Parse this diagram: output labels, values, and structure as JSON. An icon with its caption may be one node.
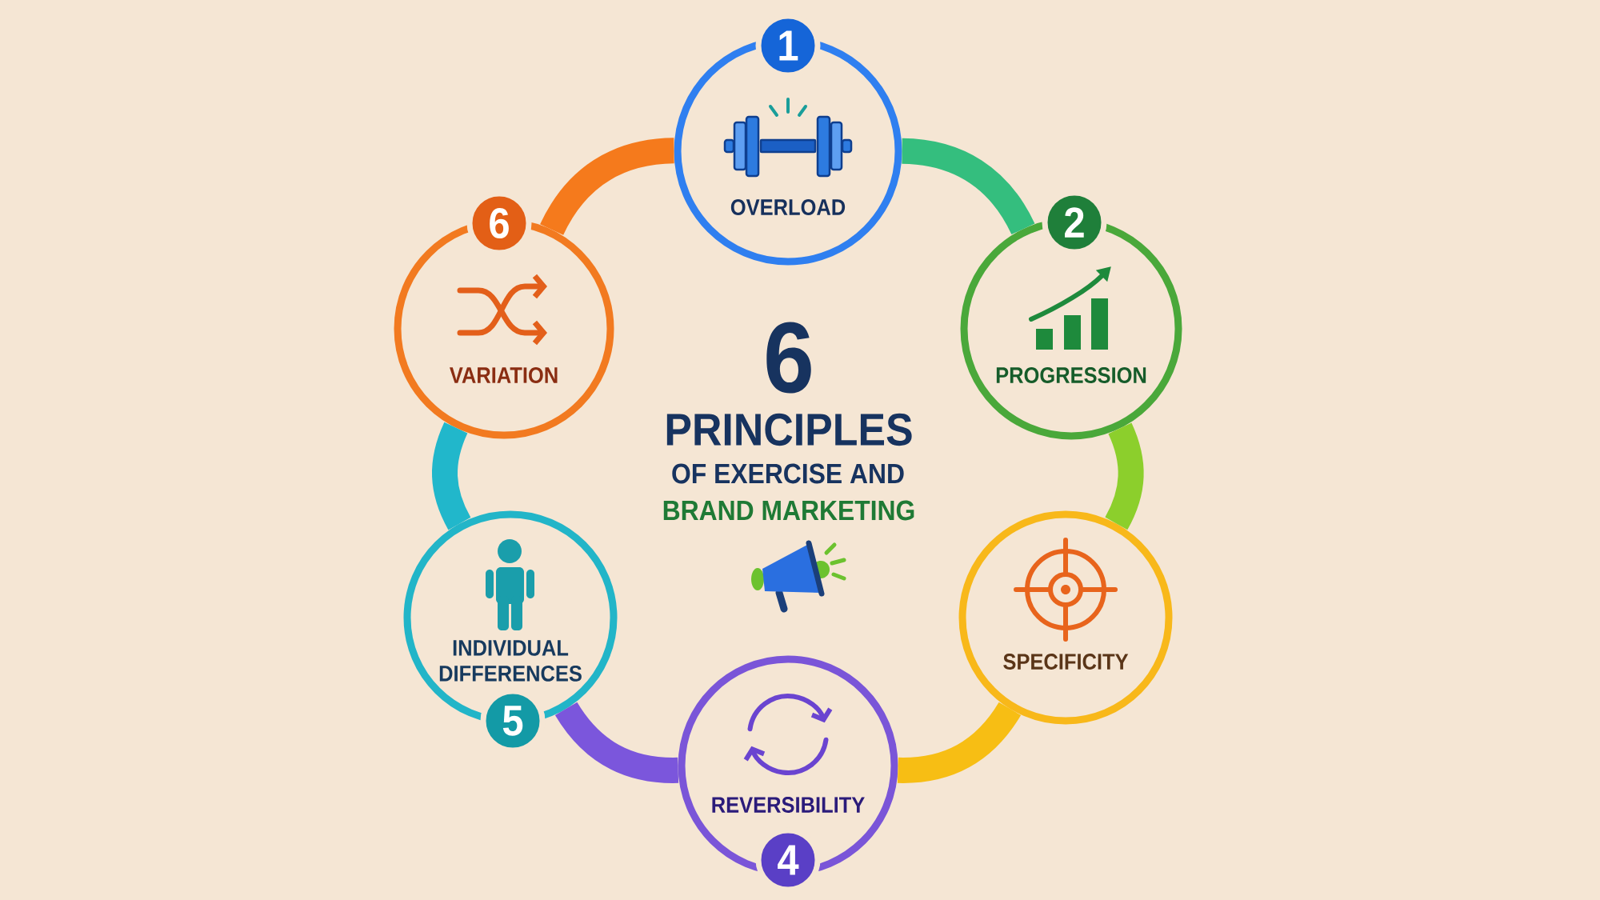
{
  "diagram": {
    "nodes": [
      {
        "text": [
          "OVERLOAD"
        ]
      },
      {
        "text": [
          "1"
        ]
      },
      {
        "text": [
          "PROGRESSION"
        ]
      },
      {
        "text": [
          "2"
        ]
      },
      {
        "text": [
          "SPECIFICITY"
        ]
      },
      {
        "text": [
          "REVERSIBILITY"
        ]
      },
      {
        "text": [
          "4"
        ]
      },
      {
        "text": [
          "INDIVIDUAL DIFFERENCES"
        ]
      },
      {
        "text": [
          "5"
        ]
      },
      {
        "text": [
          "VARIATION"
        ]
      },
      {
        "text": [
          "6"
        ]
      }
    ],
    "edges": [
      {
        "from": 0,
        "to": 2,
        "arrow": "none",
        "color": "#34be7e"
      },
      {
        "from": 2,
        "to": 4,
        "arrow": "none",
        "color": "#8ccf2c"
      },
      {
        "from": 4,
        "to": 5,
        "arrow": "none",
        "color": "#f7be14"
      },
      {
        "from": 5,
        "to": 7,
        "arrow": "none",
        "color": "#7b56dc"
      },
      {
        "from": 7,
        "to": 9,
        "arrow": "none",
        "color": "#21b7cb"
      },
      {
        "from": 9,
        "to": 0,
        "arrow": "none",
        "color": "#f57a1c"
      }
    ],
    "labels": [
      "6",
      "PRINCIPLES",
      "OF EXERCISE AND",
      "BRAND MARKETING"
    ]
  }
}
